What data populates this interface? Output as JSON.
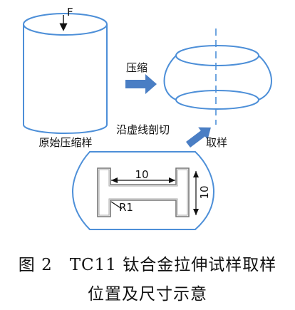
{
  "labels": {
    "force": "F",
    "original_sample": "原始压缩样",
    "compress": "压缩",
    "cut_along_dashed": "沿虚线剖切",
    "sampling": "取样",
    "dim_width": "10",
    "dim_height": "10",
    "fillet_radius": "R1"
  },
  "caption": {
    "line1": "图 2　TC11 钛合金拉伸试样取样",
    "line2": "位置及尺寸示意"
  },
  "colors": {
    "outline": "#4d8fd8",
    "arrow": "#4a7ec4",
    "specimen": "#777777",
    "text": "#111111"
  }
}
